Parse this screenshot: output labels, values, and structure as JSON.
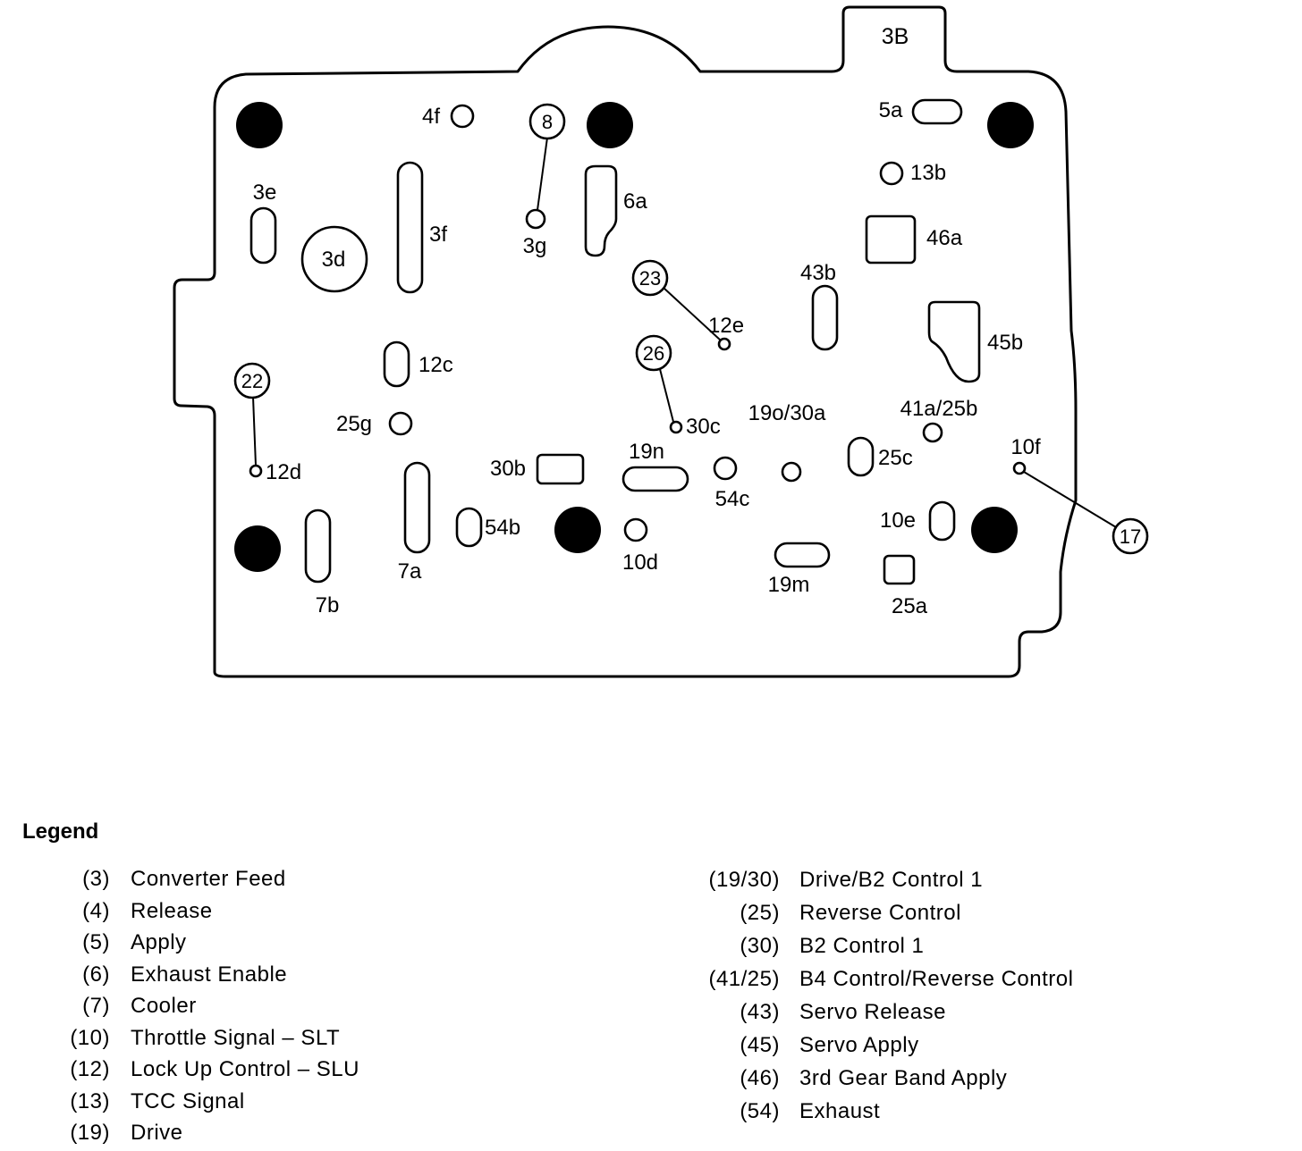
{
  "diagram": {
    "plate_label": "3B",
    "ports": {
      "4f": "4f",
      "3e": "3e",
      "3f": "3f",
      "3d": "3d",
      "3g": "3g",
      "6a": "6a",
      "5a": "5a",
      "13b": "13b",
      "46a": "46a",
      "43b": "43b",
      "45b": "45b",
      "12e": "12e",
      "12c": "12c",
      "25g": "25g",
      "30c": "30c",
      "19o30a": "19o/30a",
      "41a25b": "41a/25b",
      "10f": "10f",
      "12d": "12d",
      "30b": "30b",
      "19n": "19n",
      "25c": "25c",
      "54c": "54c",
      "54b": "54b",
      "10e": "10e",
      "10d": "10d",
      "7a": "7a",
      "7b": "7b",
      "19m": "19m",
      "25a": "25a"
    },
    "callouts": {
      "c8": "8",
      "c23": "23",
      "c26": "26",
      "c22": "22",
      "c17": "17"
    }
  },
  "legend": {
    "title": "Legend",
    "left": [
      {
        "code": "(3)",
        "desc": "Converter Feed"
      },
      {
        "code": "(4)",
        "desc": "Release"
      },
      {
        "code": "(5)",
        "desc": "Apply"
      },
      {
        "code": "(6)",
        "desc": "Exhaust Enable"
      },
      {
        "code": "(7)",
        "desc": "Cooler"
      },
      {
        "code": "(10)",
        "desc": "Throttle Signal – SLT"
      },
      {
        "code": "(12)",
        "desc": "Lock Up Control – SLU"
      },
      {
        "code": "(13)",
        "desc": "TCC Signal"
      },
      {
        "code": "(19)",
        "desc": "Drive"
      }
    ],
    "right": [
      {
        "code": "(19/30)",
        "desc": "Drive/B2 Control 1"
      },
      {
        "code": "(25)",
        "desc": "Reverse Control"
      },
      {
        "code": "(30)",
        "desc": "B2 Control 1"
      },
      {
        "code": "(41/25)",
        "desc": "B4 Control/Reverse Control"
      },
      {
        "code": "(43)",
        "desc": "Servo Release"
      },
      {
        "code": "(45)",
        "desc": "Servo Apply"
      },
      {
        "code": "(46)",
        "desc": "3rd Gear Band Apply"
      },
      {
        "code": "(54)",
        "desc": "Exhaust"
      }
    ]
  }
}
